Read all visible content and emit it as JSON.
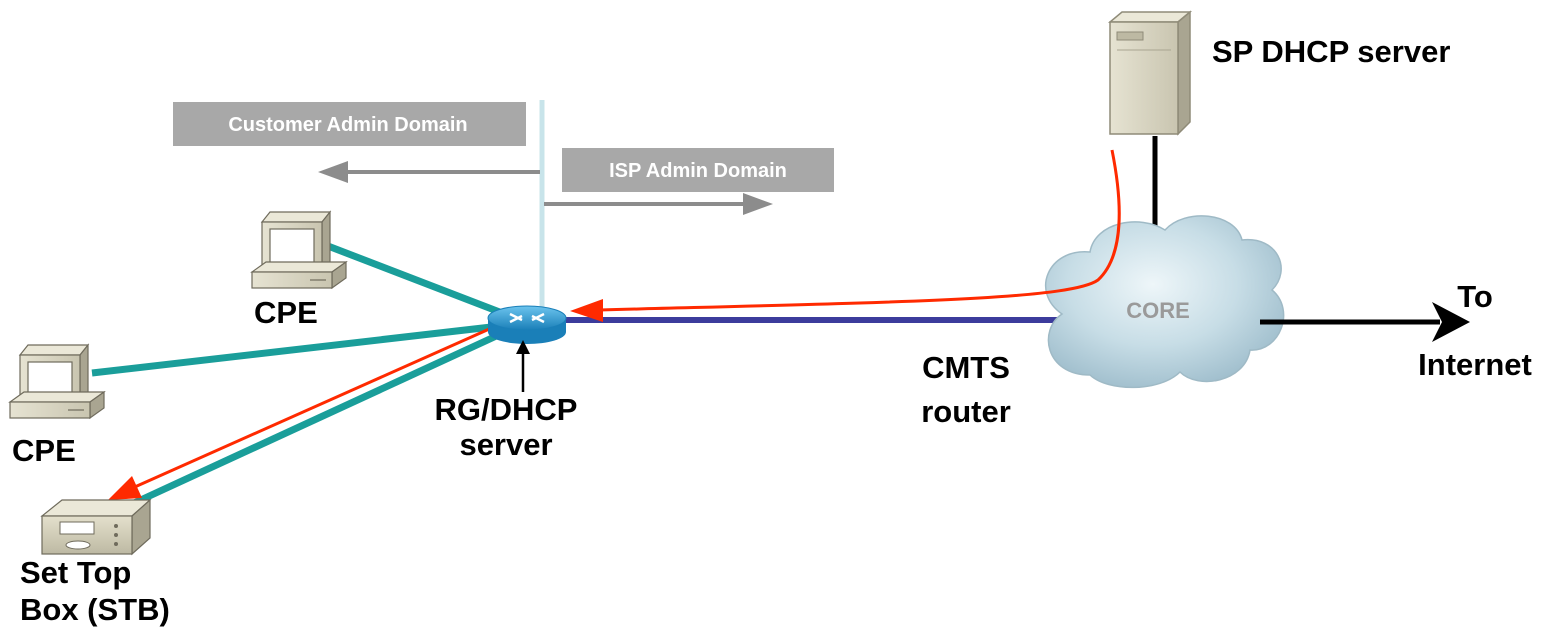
{
  "labels": {
    "customer_admin_domain": "Customer Admin Domain",
    "isp_admin_domain": "ISP Admin Domain",
    "sp_dhcp_server": "SP DHCP server",
    "core": "CORE",
    "cpe_upper": "CPE",
    "cpe_lower": "CPE",
    "rg_dhcp_server_line1": "RG/DHCP",
    "rg_dhcp_server_line2": "server",
    "cmts_router_line1": "CMTS",
    "cmts_router_line2": "router",
    "to_internet_line1": "To",
    "to_internet_line2": "Internet",
    "stb_line1": "Set Top",
    "stb_line2": "Box (STB)"
  },
  "colors": {
    "cpe_link": "#1a9e9a",
    "cmts_link": "#3c3c9c",
    "dhcp_flow": "#ff2a00",
    "domain_box": "#a8a8a8",
    "domain_arrow": "#8c8c8c",
    "boundary": "#c8e4ea",
    "cloud": "#bcd6e0",
    "server": "#d6d2bf",
    "router": "#2a9ad0"
  },
  "icons": {
    "sp_server": "server-tower-icon",
    "core_cloud": "cloud-icon",
    "rg_router": "router-icon",
    "cpe_upper": "computer-icon",
    "cpe_lower": "computer-icon",
    "stb": "set-top-box-icon"
  }
}
